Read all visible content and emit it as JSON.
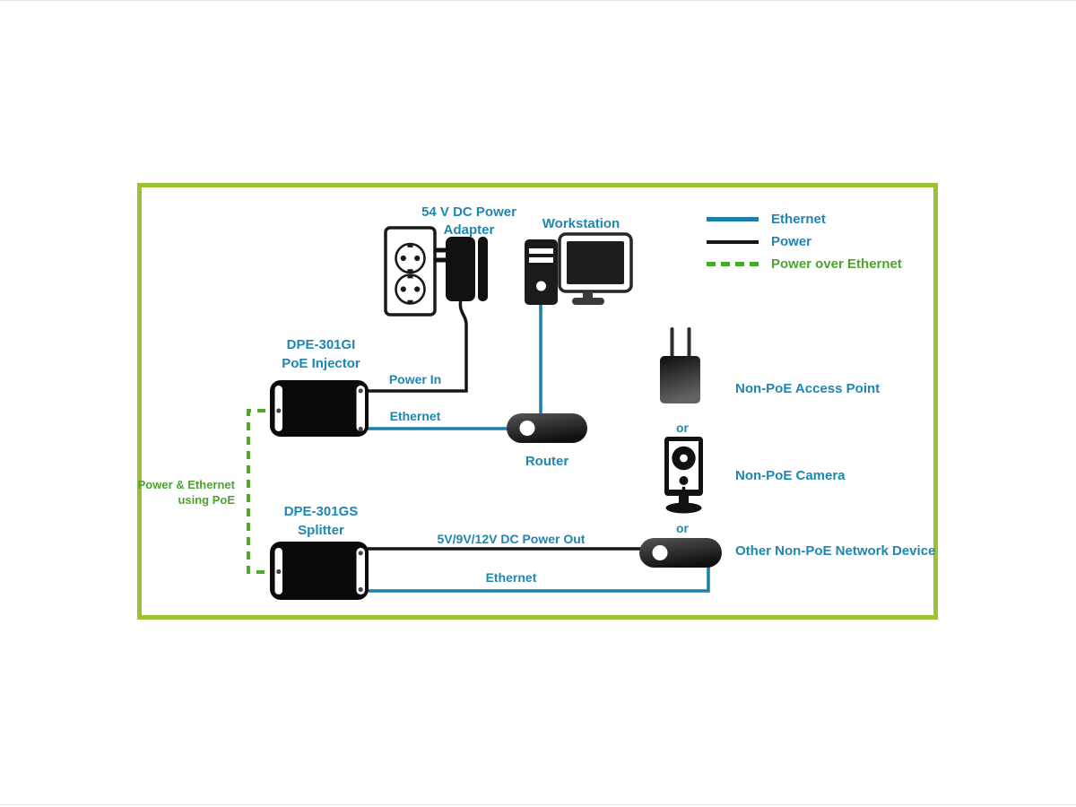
{
  "colors": {
    "ethernet_blue": "#1a7fa9",
    "power_black": "#161616",
    "poe_green": "#4caa28",
    "frame_green": "#9bc230",
    "label_blue": "#1f86b2",
    "note_green": "#4da32b"
  },
  "legend": {
    "items": [
      {
        "label": "Ethernet",
        "type": "ethernet"
      },
      {
        "label": "Power",
        "type": "power"
      },
      {
        "label": "Power over Ethernet",
        "type": "poe"
      }
    ]
  },
  "titles": {
    "adapter_line1": "54 V DC Power",
    "adapter_line2": "Adapter",
    "workstation": "Workstation",
    "injector_line1": "DPE-301GI",
    "injector_line2": "PoE Injector",
    "splitter_line1": "DPE-301GS",
    "splitter_line2": "Splitter",
    "router": "Router"
  },
  "connections": {
    "power_in": "Power In",
    "ethernet_top": "Ethernet",
    "power_out": "5V/9V/12V DC Power Out",
    "ethernet_bottom": "Ethernet",
    "poe_note_line1": "Power & Ethernet",
    "poe_note_line2": "using PoE"
  },
  "endpoints": {
    "access_point": "Non-PoE Access Point",
    "or_first": "or",
    "camera": "Non-PoE Camera",
    "or_second": "or",
    "other_device": "Other Non-PoE Network Device"
  }
}
